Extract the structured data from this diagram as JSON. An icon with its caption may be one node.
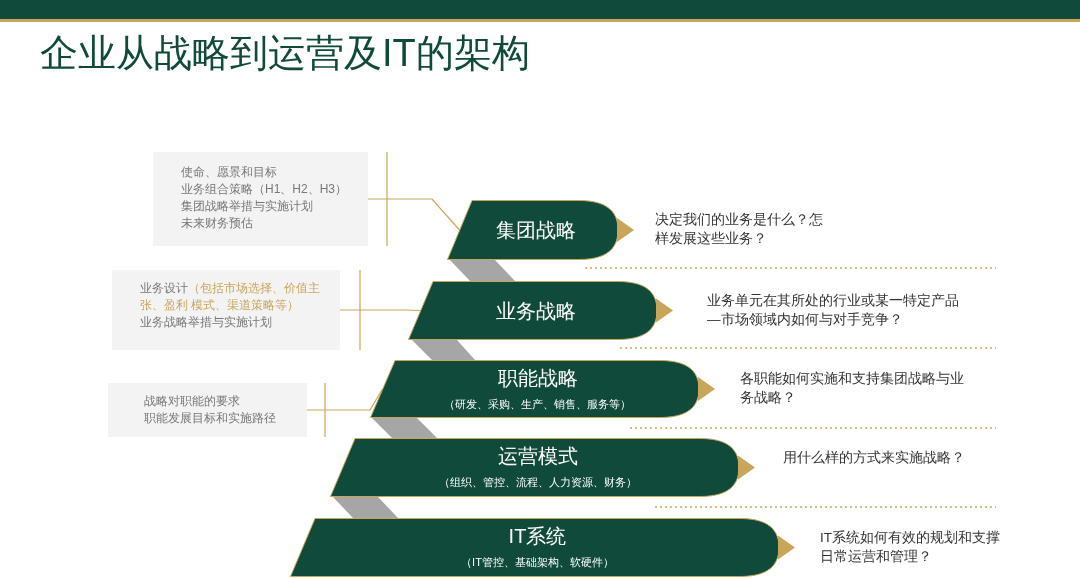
{
  "diagram": {
    "title": "企业从战略到运营及IT的架构",
    "nodes": [
      {
        "text": [
          "集团战略"
        ],
        "beside": [
          "决定我们的业务是什么？怎样发展这些业务？"
        ]
      },
      {
        "text": [
          "业务战略"
        ],
        "beside": [
          "业务单元在其所处的行业或某一特定产品—市场领域内如何与对手竞争？"
        ]
      },
      {
        "text": [
          "职能战略",
          "（研发、采购、生产、销售、服务等）"
        ],
        "beside": [
          "各职能如何实施和支持集团战略与业务战略？"
        ]
      },
      {
        "text": [
          "运营模式",
          "（组织、管控、流程、人力资源、财务）"
        ],
        "beside": [
          "用什么样的方式来实施战略？"
        ]
      },
      {
        "text": [
          "IT系统",
          "（IT管控、基础架构、软硬件）"
        ],
        "beside": [
          "IT系统如何有效的规划和支撑日常运营和管理？"
        ]
      },
      {
        "text": [
          "使命、愿景和目标",
          "业务组合策略（H1、H2、H3）",
          "集团战略举措与实施计划",
          "未来财务预估"
        ]
      },
      {
        "text": [
          "业务设计",
          "（包括市场选择、价值主张、盈利 模式、渠道策略等）",
          "业务战略举措与实施计划"
        ]
      },
      {
        "text": [
          "战略对职能的要求",
          "职能发展目标和实施路径"
        ]
      }
    ],
    "edges": [
      {
        "from": 5,
        "to": 0,
        "arrow": "none"
      },
      {
        "from": 6,
        "to": 1,
        "arrow": "none"
      },
      {
        "from": 7,
        "to": 2,
        "arrow": "none"
      }
    ]
  }
}
